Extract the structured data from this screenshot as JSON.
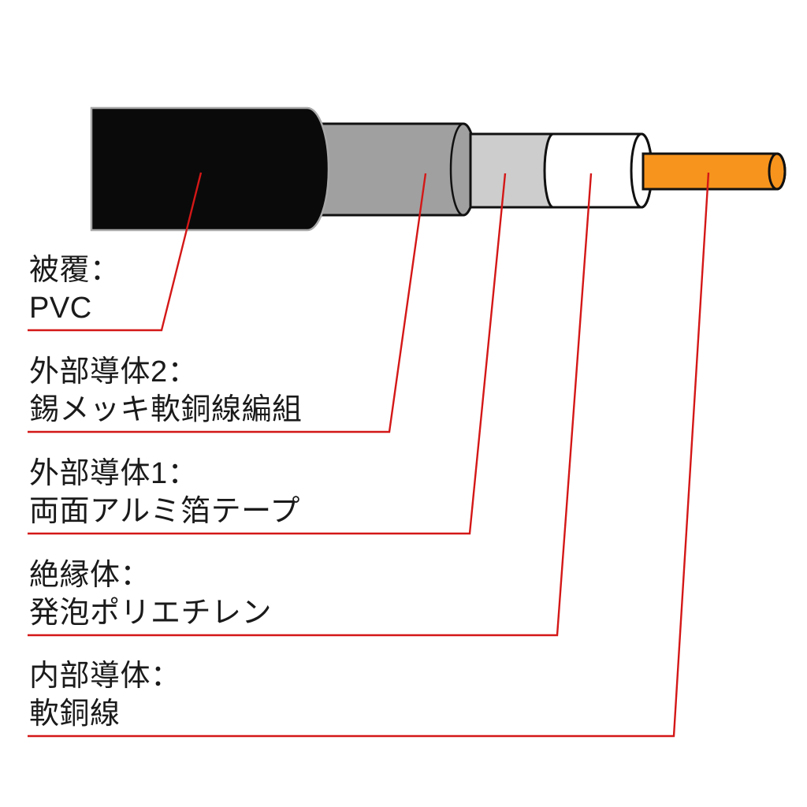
{
  "diagram": {
    "type": "coaxial-cable-structure",
    "background": "#ffffff",
    "colors": {
      "leader_line": "#d41717",
      "outline": "#111111",
      "sheath_border": "#a8a8a8",
      "text": "#1a1a1a"
    },
    "layers": [
      {
        "id": "sheath",
        "color": "#0a0a0a",
        "category": "被覆：",
        "material": "PVC"
      },
      {
        "id": "outer-conductor-2",
        "color": "#a0a0a0",
        "category": "外部導体2：",
        "material": "錫メッキ軟銅線編組"
      },
      {
        "id": "outer-conductor-1",
        "color": "#cdcdcd",
        "category": "外部導体1：",
        "material": "両面アルミ箔テープ"
      },
      {
        "id": "insulation",
        "color": "#ffffff",
        "category": "絶縁体：",
        "material": "発泡ポリエチレン"
      },
      {
        "id": "inner-conductor",
        "color": "#f7941d",
        "category": "内部導体：",
        "material": "軟銅線"
      }
    ]
  }
}
